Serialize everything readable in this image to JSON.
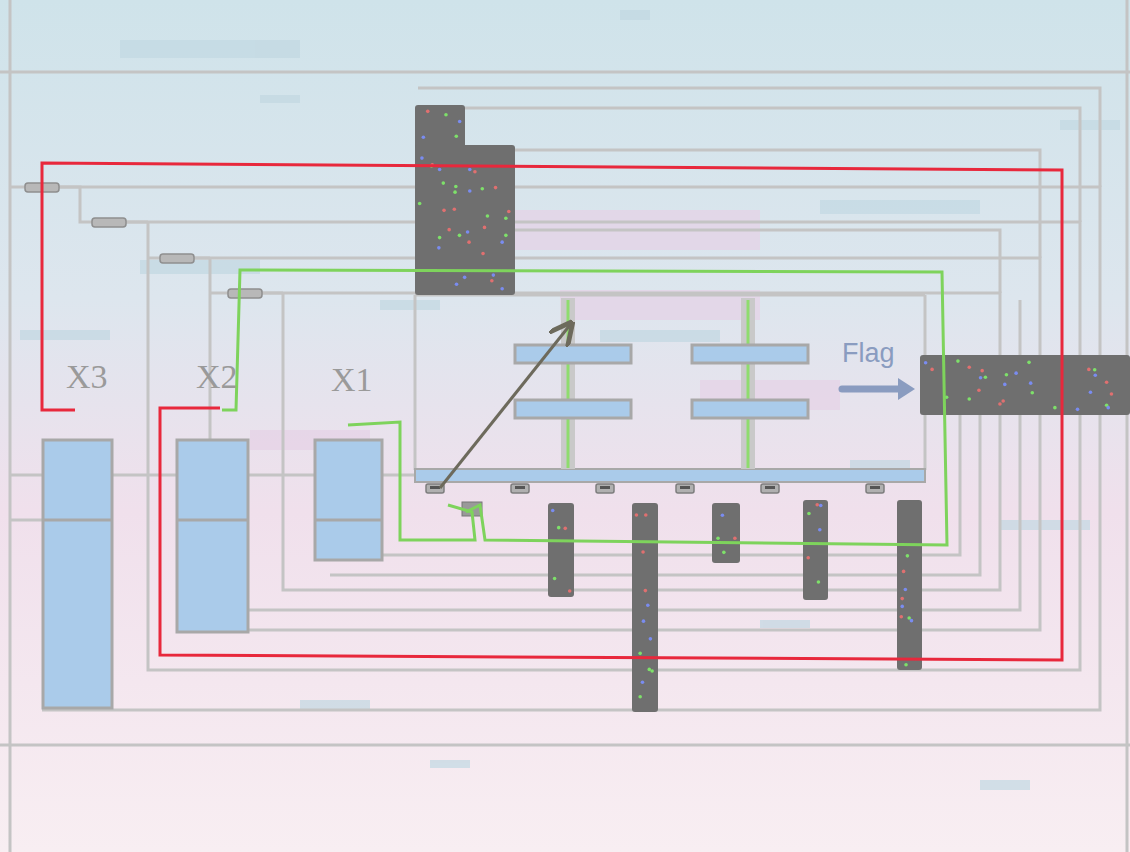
{
  "diagram": {
    "labels": [
      "X3",
      "X2",
      "X1",
      "Flag"
    ]
  }
}
